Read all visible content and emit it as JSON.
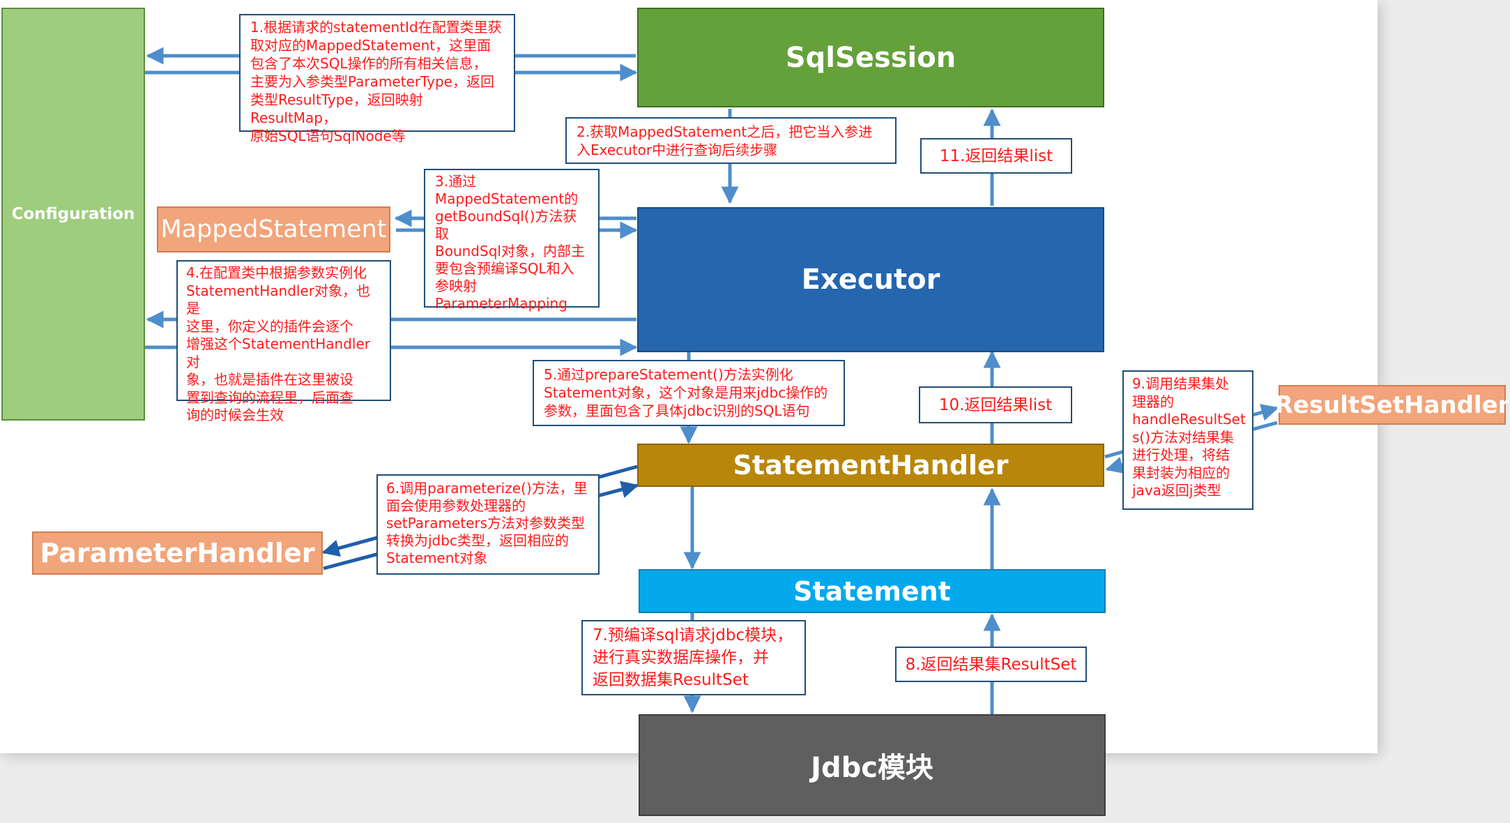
{
  "colors": {
    "configuration": "#9fcd7e",
    "sqlsession": "#64a13b",
    "executor": "#2566af",
    "statementhandler": "#b8860b",
    "statement": "#03a9ec",
    "jdbc": "#5f5f5f",
    "handler": "#f2a47a",
    "arrow": "#4e8ecb",
    "note_text": "#ff1a1a"
  },
  "components": {
    "configuration": "Configuration",
    "sqlsession": "SqlSession",
    "executor": "Executor",
    "mapped_statement": "MappedStatement",
    "statement_handler": "StatementHandler",
    "parameter_handler": "ParameterHandler",
    "statement": "Statement",
    "result_set_handler": "ResultSetHandler",
    "jdbc": "Jdbc模块"
  },
  "notes": {
    "step1": "1.根据请求的statementId在配置类里获\n取对应的MappedStatement，这里面\n包含了本次SQL操作的所有相关信息，\n主要为入参类型ParameterType，返回\n类型ResultType，返回映射ResultMap，\n原始SQL语句SqlNode等",
    "step2": "2.获取MappedStatement之后，把它当入参进\n入Executor中进行查询后续步骤",
    "step3": "3.通过\nMappedStatement的\ngetBoundSql()方法获取\nBoundSql对象，内部主\n要包含预编译SQL和入\n参映射\nParameterMapping",
    "step4": "4.在配置类中根据参数实例化\nStatementHandler对象，也是\n这里，你定义的插件会逐个\n增强这个StatementHandler对\n象，也就是插件在这里被设\n置到查询的流程里，后面查\n询的时候会生效",
    "step5": "5.通过prepareStatement()方法实例化\nStatement对象，这个对象是用来jdbc操作的\n参数，里面包含了具体jdbc识别的SQL语句",
    "step6": "6.调用parameterize()方法，里\n面会使用参数处理器的\nsetParameters方法对参数类型\n转换为jdbc类型，返回相应的\nStatement对象",
    "step7": "7.预编译sql请求jdbc模块，\n进行真实数据库操作，并\n返回数据集ResultSet",
    "step8": "8.返回结果集ResultSet",
    "step9": "9.调用结果集处\n理器的\nhandleResultSet\ns()方法对结果集\n进行处理，将结\n果封装为相应的\njava返回j类型",
    "step10": "10.返回结果list",
    "step11": "11.返回结果list"
  }
}
